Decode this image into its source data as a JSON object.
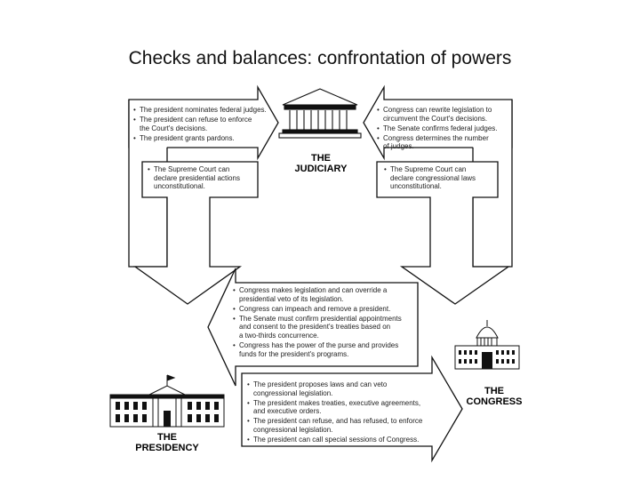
{
  "title": "Checks and balances: confrontation of powers",
  "branches": {
    "judiciary": {
      "label_line1": "THE",
      "label_line2": "JUDICIARY",
      "icon": "courthouse-icon"
    },
    "congress": {
      "label_line1": "THE",
      "label_line2": "CONGRESS",
      "icon": "capitol-icon"
    },
    "presidency": {
      "label_line1": "THE",
      "label_line2": "PRESIDENCY",
      "icon": "white-house-icon"
    }
  },
  "checks": {
    "president_on_judiciary": [
      "The president nominates federal judges.",
      "The president can refuse to enforce",
      "the Court's decisions.",
      "The president grants pardons."
    ],
    "judiciary_on_president": [
      "The Supreme Court can",
      "declare presidential actions",
      "unconstitutional."
    ],
    "congress_on_judiciary": [
      "Congress can rewrite legislation to",
      "circumvent the Court's decisions.",
      "The Senate confirms federal judges.",
      "Congress determines the number",
      "of judges."
    ],
    "judiciary_on_congress": [
      "The Supreme Court can",
      "declare congressional laws",
      "unconstitutional."
    ],
    "congress_on_president": [
      "Congress makes legislation and can override a",
      "presidential veto of its legislation.",
      "Congress can impeach and remove a president.",
      "The Senate must confirm presidential appointments",
      "and consent to the president's treaties based on",
      "a two-thirds concurrence.",
      "Congress has the power of the purse and provides",
      "funds for the president's programs."
    ],
    "president_on_congress": [
      "The president proposes laws and can veto",
      "congressional legislation.",
      "The president makes treaties, executive agreements,",
      "and executive orders.",
      "The president can refuse, and has refused, to enforce",
      "congressional legislation.",
      "The president can call special sessions of Congress."
    ]
  }
}
